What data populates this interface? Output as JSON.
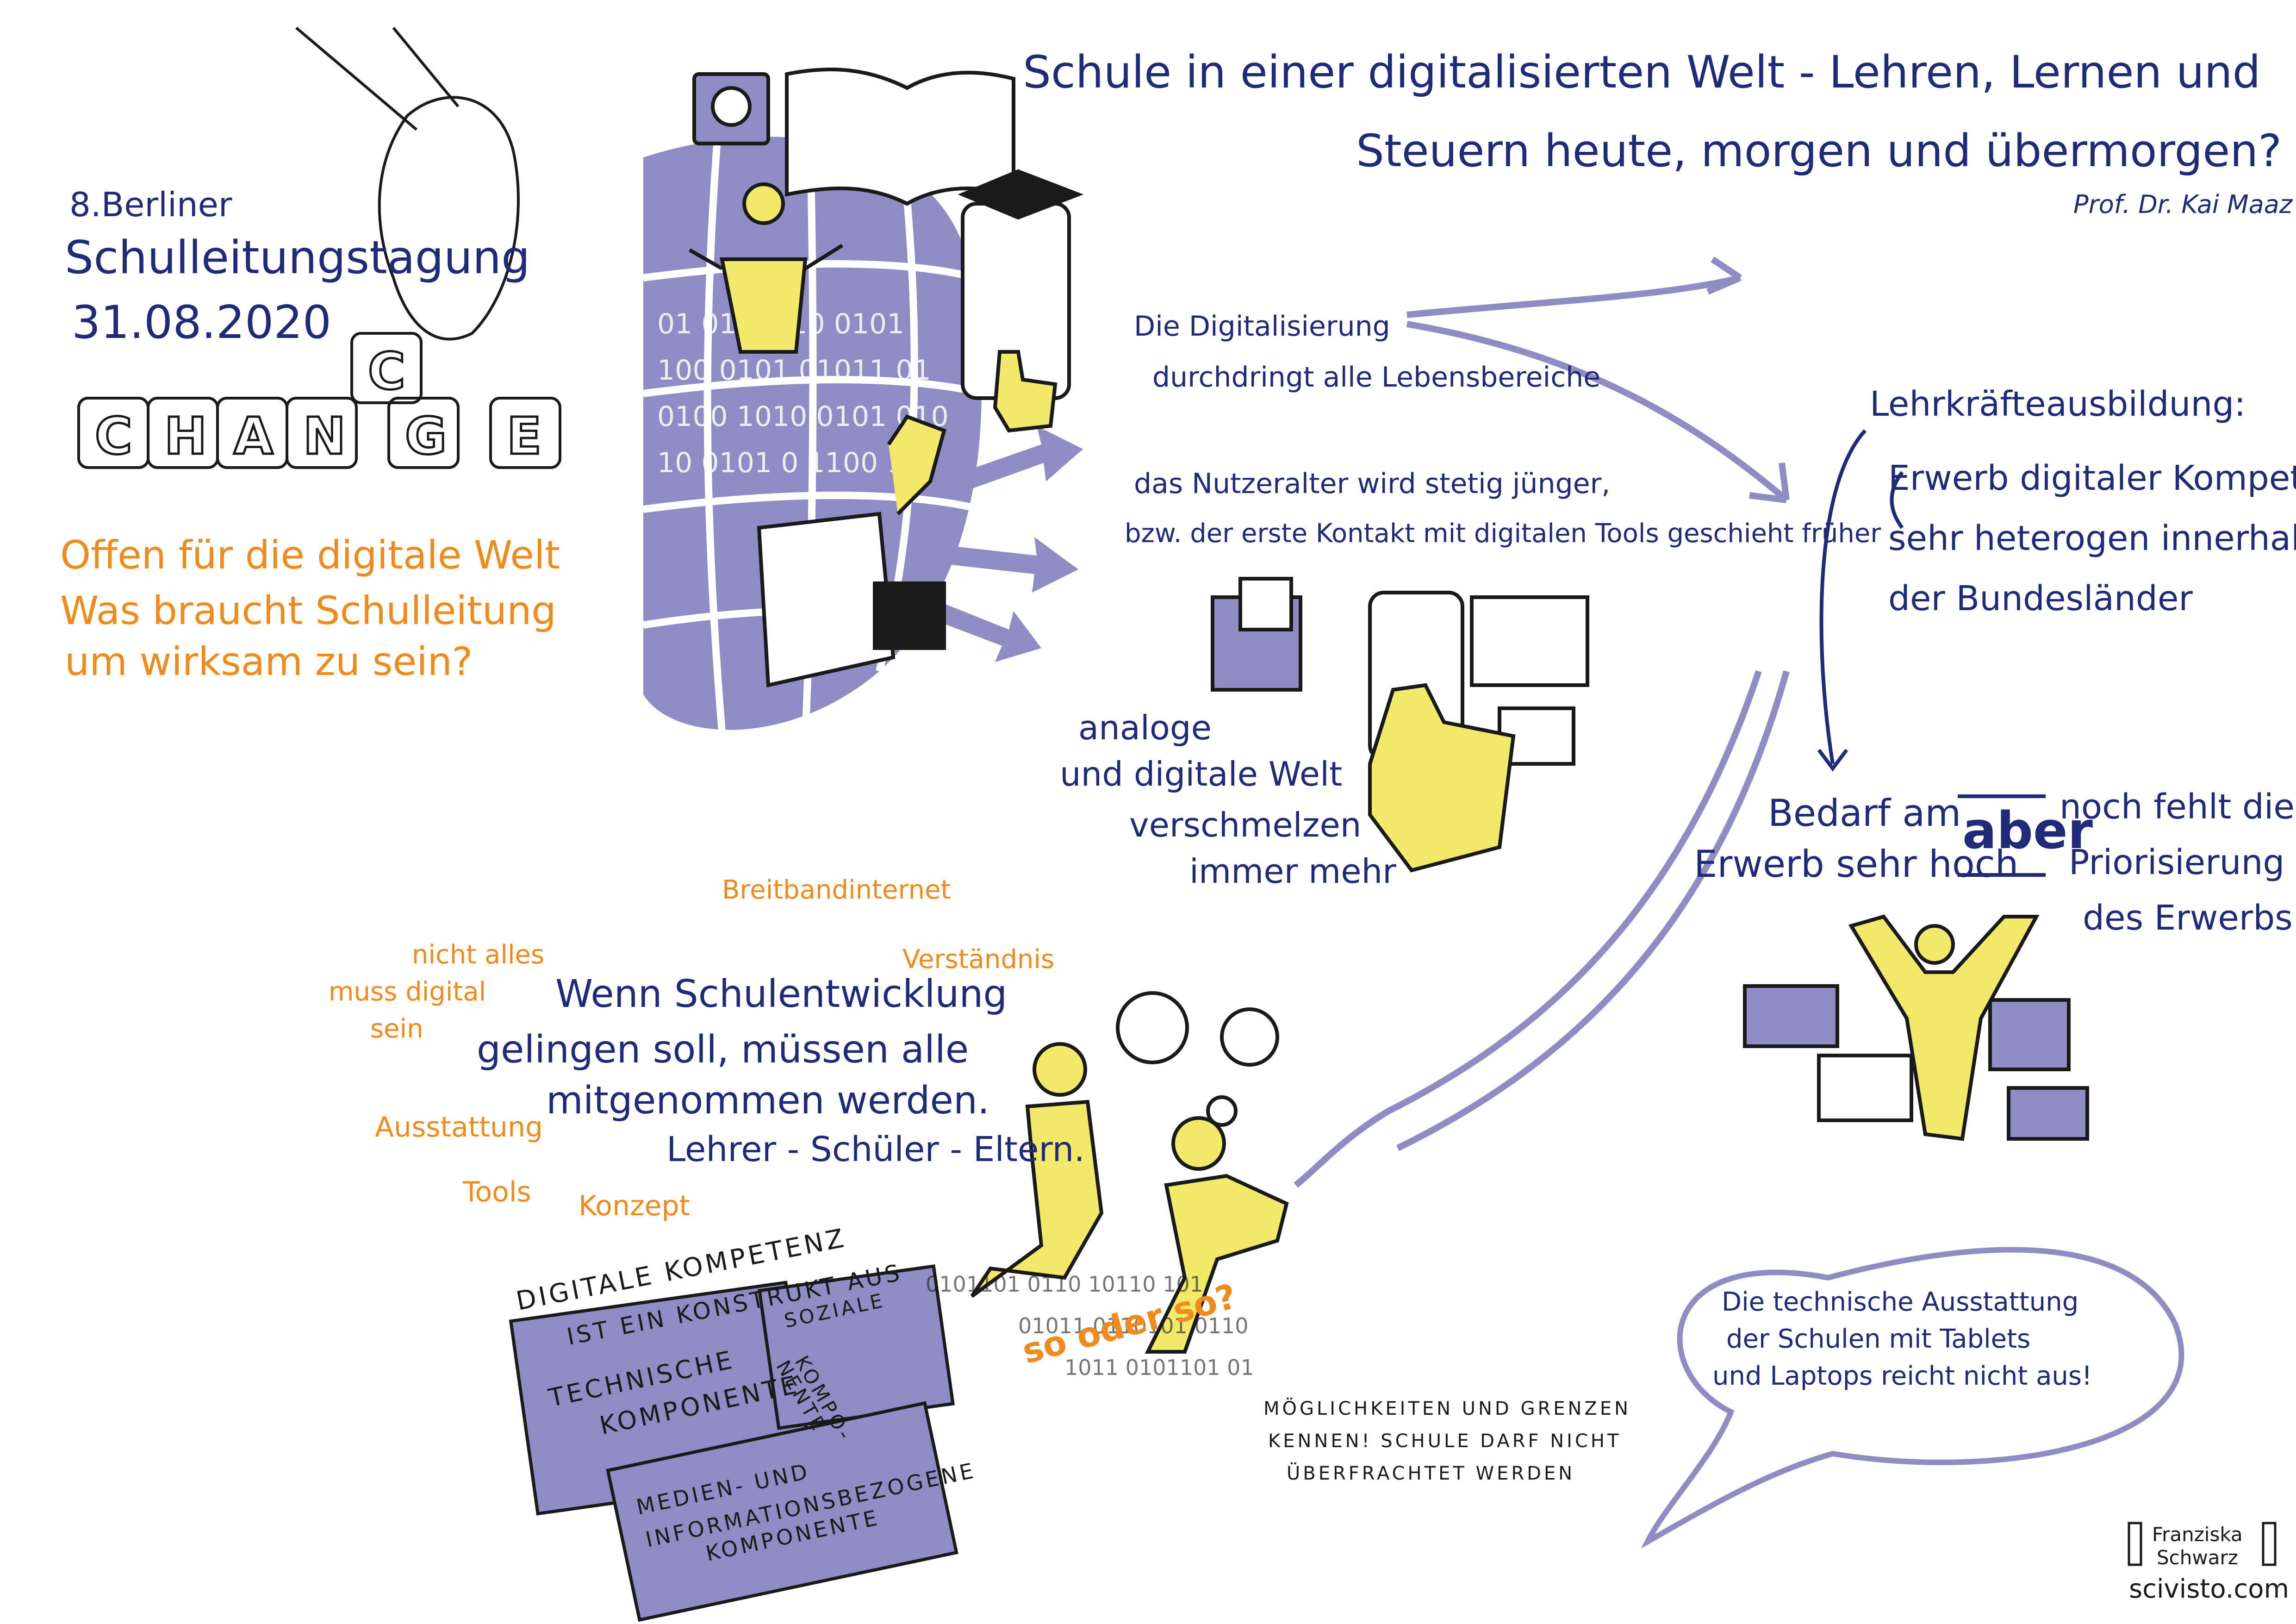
{
  "header": {
    "title_line1": "Schule in einer digitalisierten Welt - Lehren, Lernen und",
    "title_line2": "Steuern heute, morgen und übermorgen?",
    "speaker": "Prof. Dr. Kai Maaz"
  },
  "event": {
    "line1": "8.Berliner",
    "line2": "Schulleitungstagung",
    "date": "31.08.2020",
    "change_letters": [
      "C",
      "H",
      "A",
      "N",
      "G",
      "E"
    ]
  },
  "questions": {
    "line1": "Offen für die digitale Welt",
    "line2": "Was braucht Schulleitung",
    "line3": "um wirksam zu sein?"
  },
  "digital": {
    "l1": "Die Digitalisierung",
    "l2": "durchdringt alle Lebensbereiche",
    "l3": "das Nutzeralter wird stetig jünger,",
    "l4": "bzw. der erste Kontakt mit digitalen Tools geschieht früher"
  },
  "merge": {
    "l1": "analoge",
    "l2": "und digitale Welt",
    "l3": "verschmelzen",
    "l4": "immer mehr"
  },
  "training": {
    "heading": "Lehrkräfteausbildung:",
    "l1": "Erwerb digitaler Kompetenzen",
    "l2": "sehr heterogen innerhalb",
    "l3": "der Bundesländer"
  },
  "demand": {
    "l1": "Bedarf am",
    "l2": "Erwerb sehr hoch",
    "aber": "aber",
    "r1": "noch fehlt die",
    "r2": "Priorisierung",
    "r3": "des Erwerbs"
  },
  "bubble": {
    "l1": "Die technische Ausstattung",
    "l2": "der Schulen mit Tablets",
    "l3": "und Laptops reicht nicht aus!"
  },
  "development": {
    "l1": "Wenn Schulentwicklung",
    "l2": "gelingen soll, müssen alle",
    "l3": "mitgenommen werden.",
    "l4": "Lehrer - Schüler - Eltern."
  },
  "keywords": {
    "breitband": "Breitbandinternet",
    "verstaendnis": "Verständnis",
    "nicht1": "nicht alles",
    "nicht2": "muss digital",
    "nicht3": "sein",
    "ausstattung": "Ausstattung",
    "tools": "Tools",
    "konzept": "Konzept"
  },
  "competence": {
    "l1": "Digitale Kompetenz",
    "l2": "ist ein Konstrukt aus",
    "technisch1": "Technische",
    "technisch2": "Komponente",
    "sozial1": "Soziale",
    "sozial2": "Kompo-",
    "sozial3": "nente",
    "medien1": "Medien- und",
    "medien2": "informationsbezogene",
    "medien3": "Komponente"
  },
  "choice": {
    "label": "so oder so?"
  },
  "limits": {
    "l1": "Möglichkeiten und Grenzen",
    "l2": "kennen! Schule darf nicht",
    "l3": "überfrachtet werden"
  },
  "credit": {
    "name1": "Franziska",
    "name2": "Schwarz",
    "site": "scivisto.com"
  },
  "colors": {
    "navy": "#1f2a78",
    "orange": "#ef8a1c",
    "lavender": "#8f8cc4",
    "yellow": "#f2e86a"
  }
}
